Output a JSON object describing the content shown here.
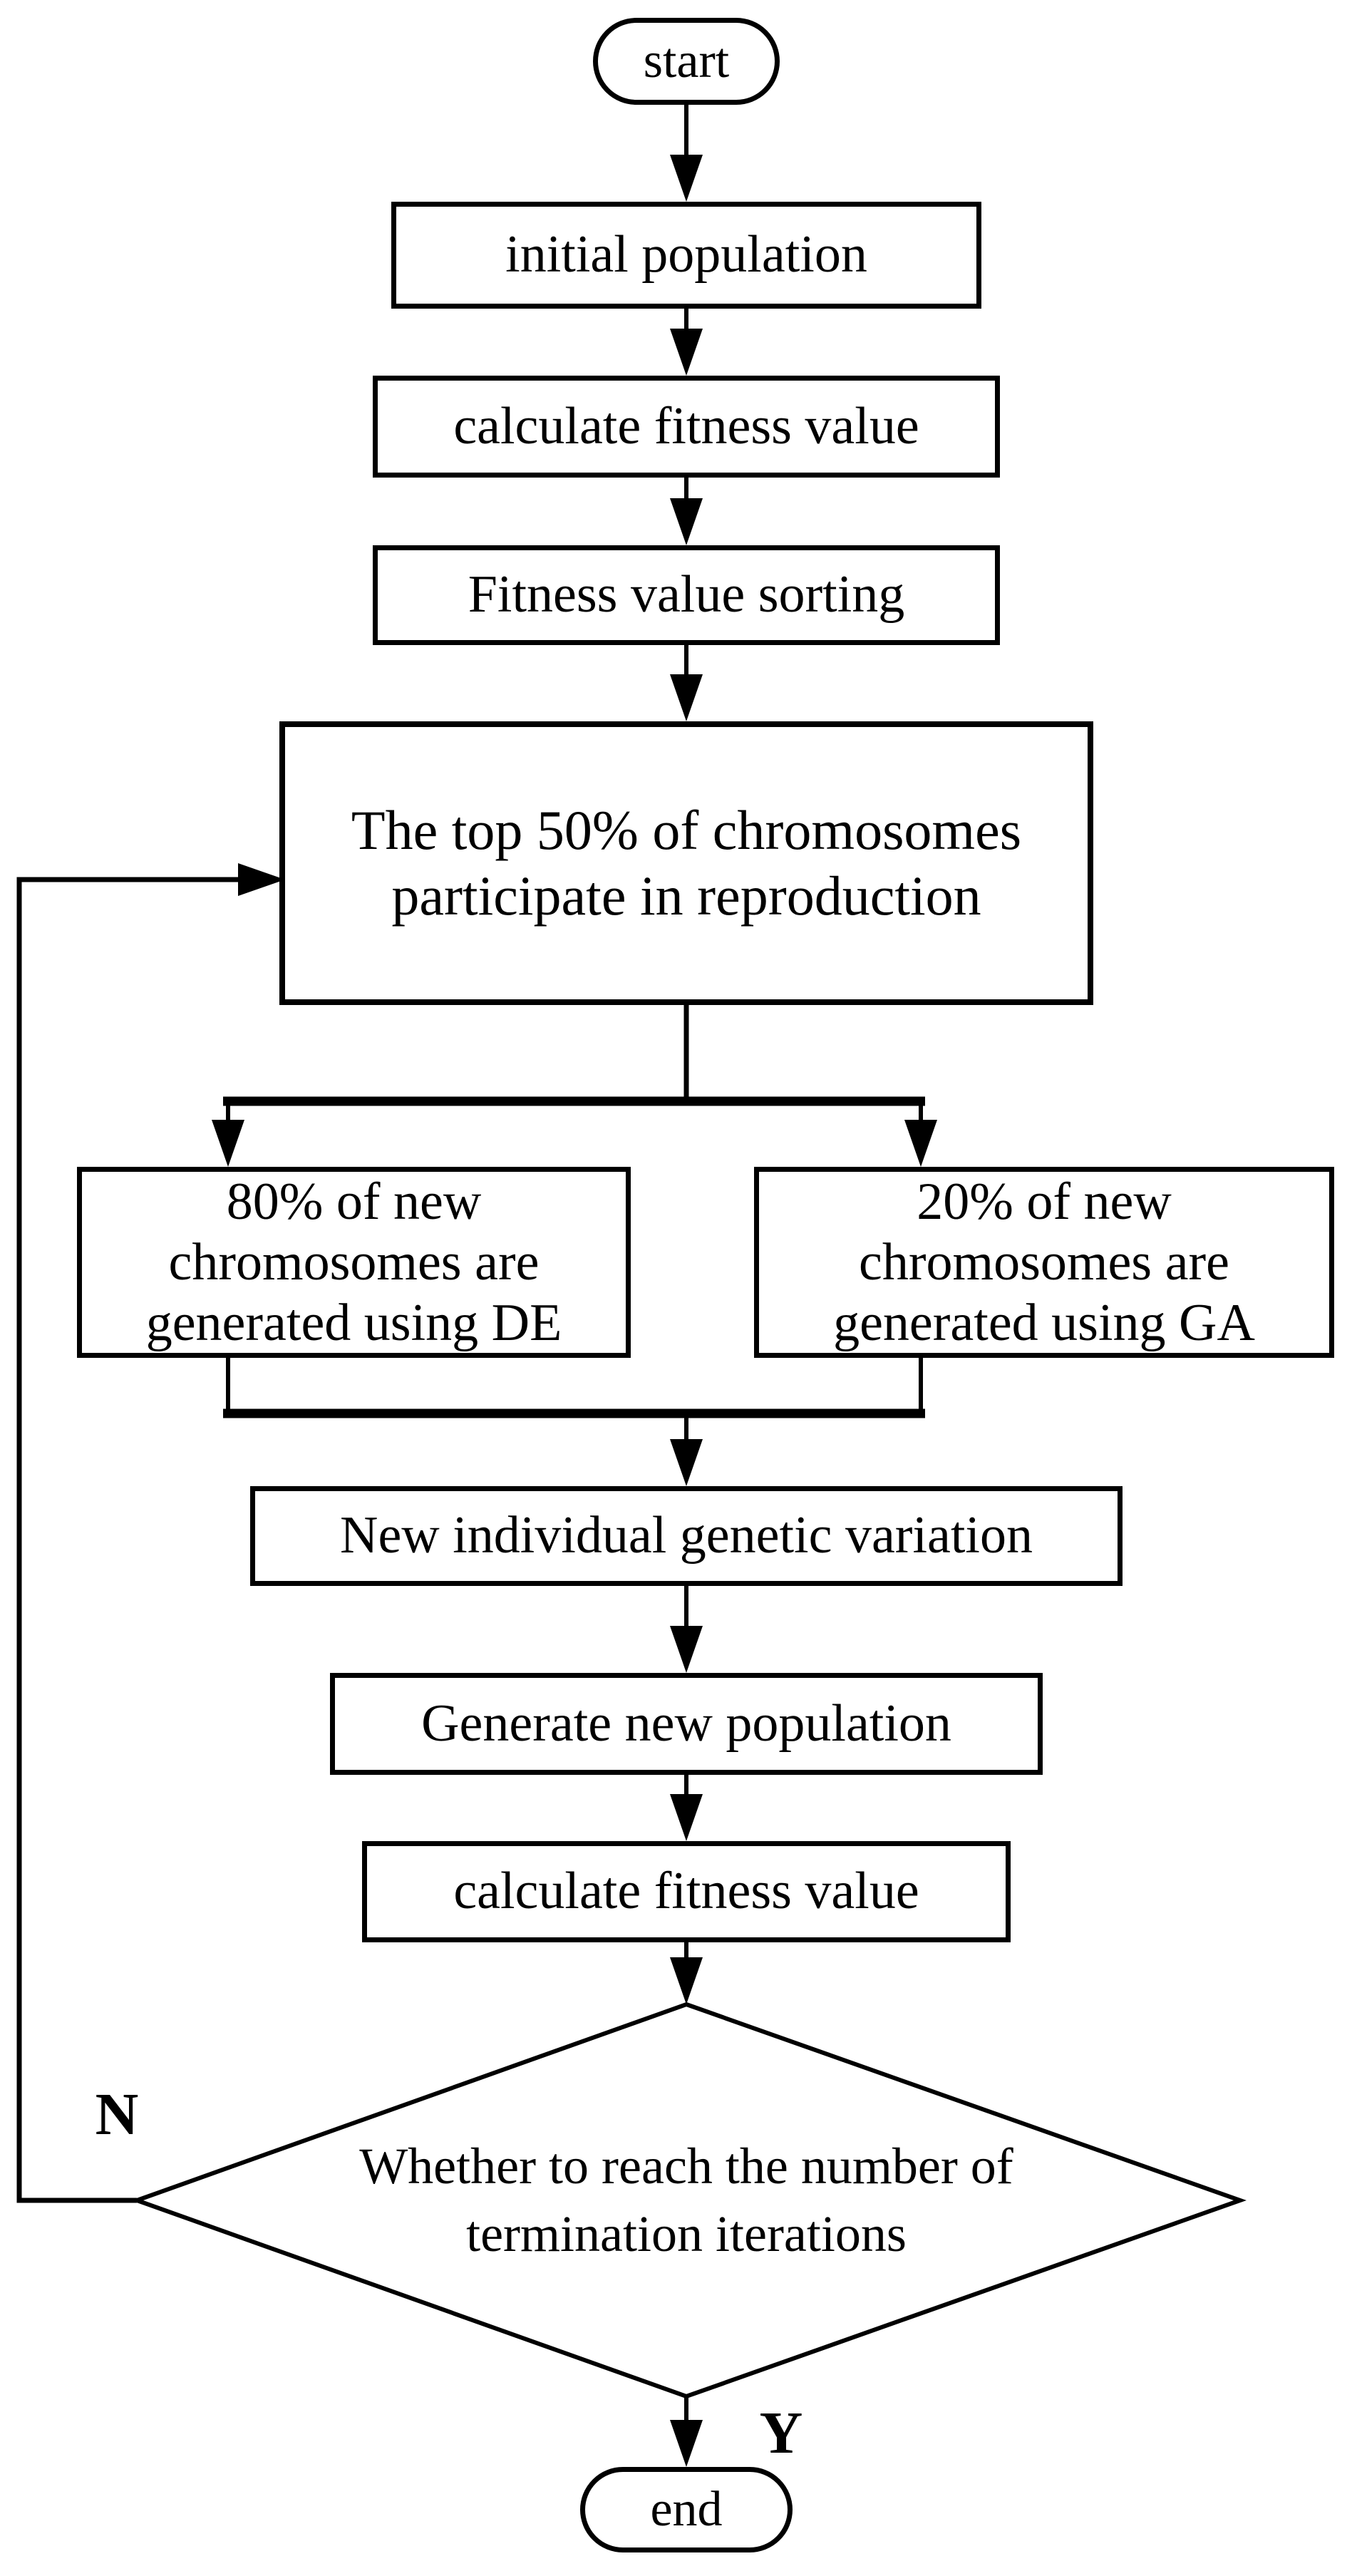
{
  "figure": {
    "type": "flowchart",
    "description": "Hybrid DE/GA evolutionary algorithm flowchart"
  },
  "colors": {
    "ink": "#000000",
    "background": "#ffffff"
  },
  "nodes": {
    "start": {
      "shape": "stadium",
      "label": "start"
    },
    "initial_population": {
      "shape": "rect",
      "label": "initial population"
    },
    "calculate_fitness_1": {
      "shape": "rect",
      "label": "calculate fitness value"
    },
    "fitness_sorting": {
      "shape": "rect",
      "label": "Fitness value sorting"
    },
    "top50_reproduction": {
      "shape": "rect",
      "label": "The top 50% of chromosomes\nparticipate in reproduction"
    },
    "de_80": {
      "shape": "rect",
      "label": "80% of new\nchromosomes are\ngenerated using DE"
    },
    "ga_20": {
      "shape": "rect",
      "label": "20% of new\nchromosomes are\ngenerated using GA"
    },
    "genetic_variation": {
      "shape": "rect",
      "label": "New individual genetic variation"
    },
    "generate_population": {
      "shape": "rect",
      "label": "Generate new population"
    },
    "calculate_fitness_2": {
      "shape": "rect",
      "label": "calculate fitness value"
    },
    "decision": {
      "shape": "diamond",
      "label": "Whether to reach the number of\ntermination iterations"
    },
    "end": {
      "shape": "stadium",
      "label": "end"
    }
  },
  "edge_labels": {
    "no": "N",
    "yes": "Y"
  },
  "edges": [
    {
      "from": "start",
      "to": "initial_population"
    },
    {
      "from": "initial_population",
      "to": "calculate_fitness_1"
    },
    {
      "from": "calculate_fitness_1",
      "to": "fitness_sorting"
    },
    {
      "from": "fitness_sorting",
      "to": "top50_reproduction"
    },
    {
      "from": "top50_reproduction",
      "to": "de_80"
    },
    {
      "from": "top50_reproduction",
      "to": "ga_20"
    },
    {
      "from": "de_80",
      "to": "genetic_variation"
    },
    {
      "from": "ga_20",
      "to": "genetic_variation"
    },
    {
      "from": "genetic_variation",
      "to": "generate_population"
    },
    {
      "from": "generate_population",
      "to": "calculate_fitness_2"
    },
    {
      "from": "calculate_fitness_2",
      "to": "decision"
    },
    {
      "from": "decision",
      "to": "end",
      "label": "Y"
    },
    {
      "from": "decision",
      "to": "top50_reproduction",
      "label": "N"
    }
  ]
}
